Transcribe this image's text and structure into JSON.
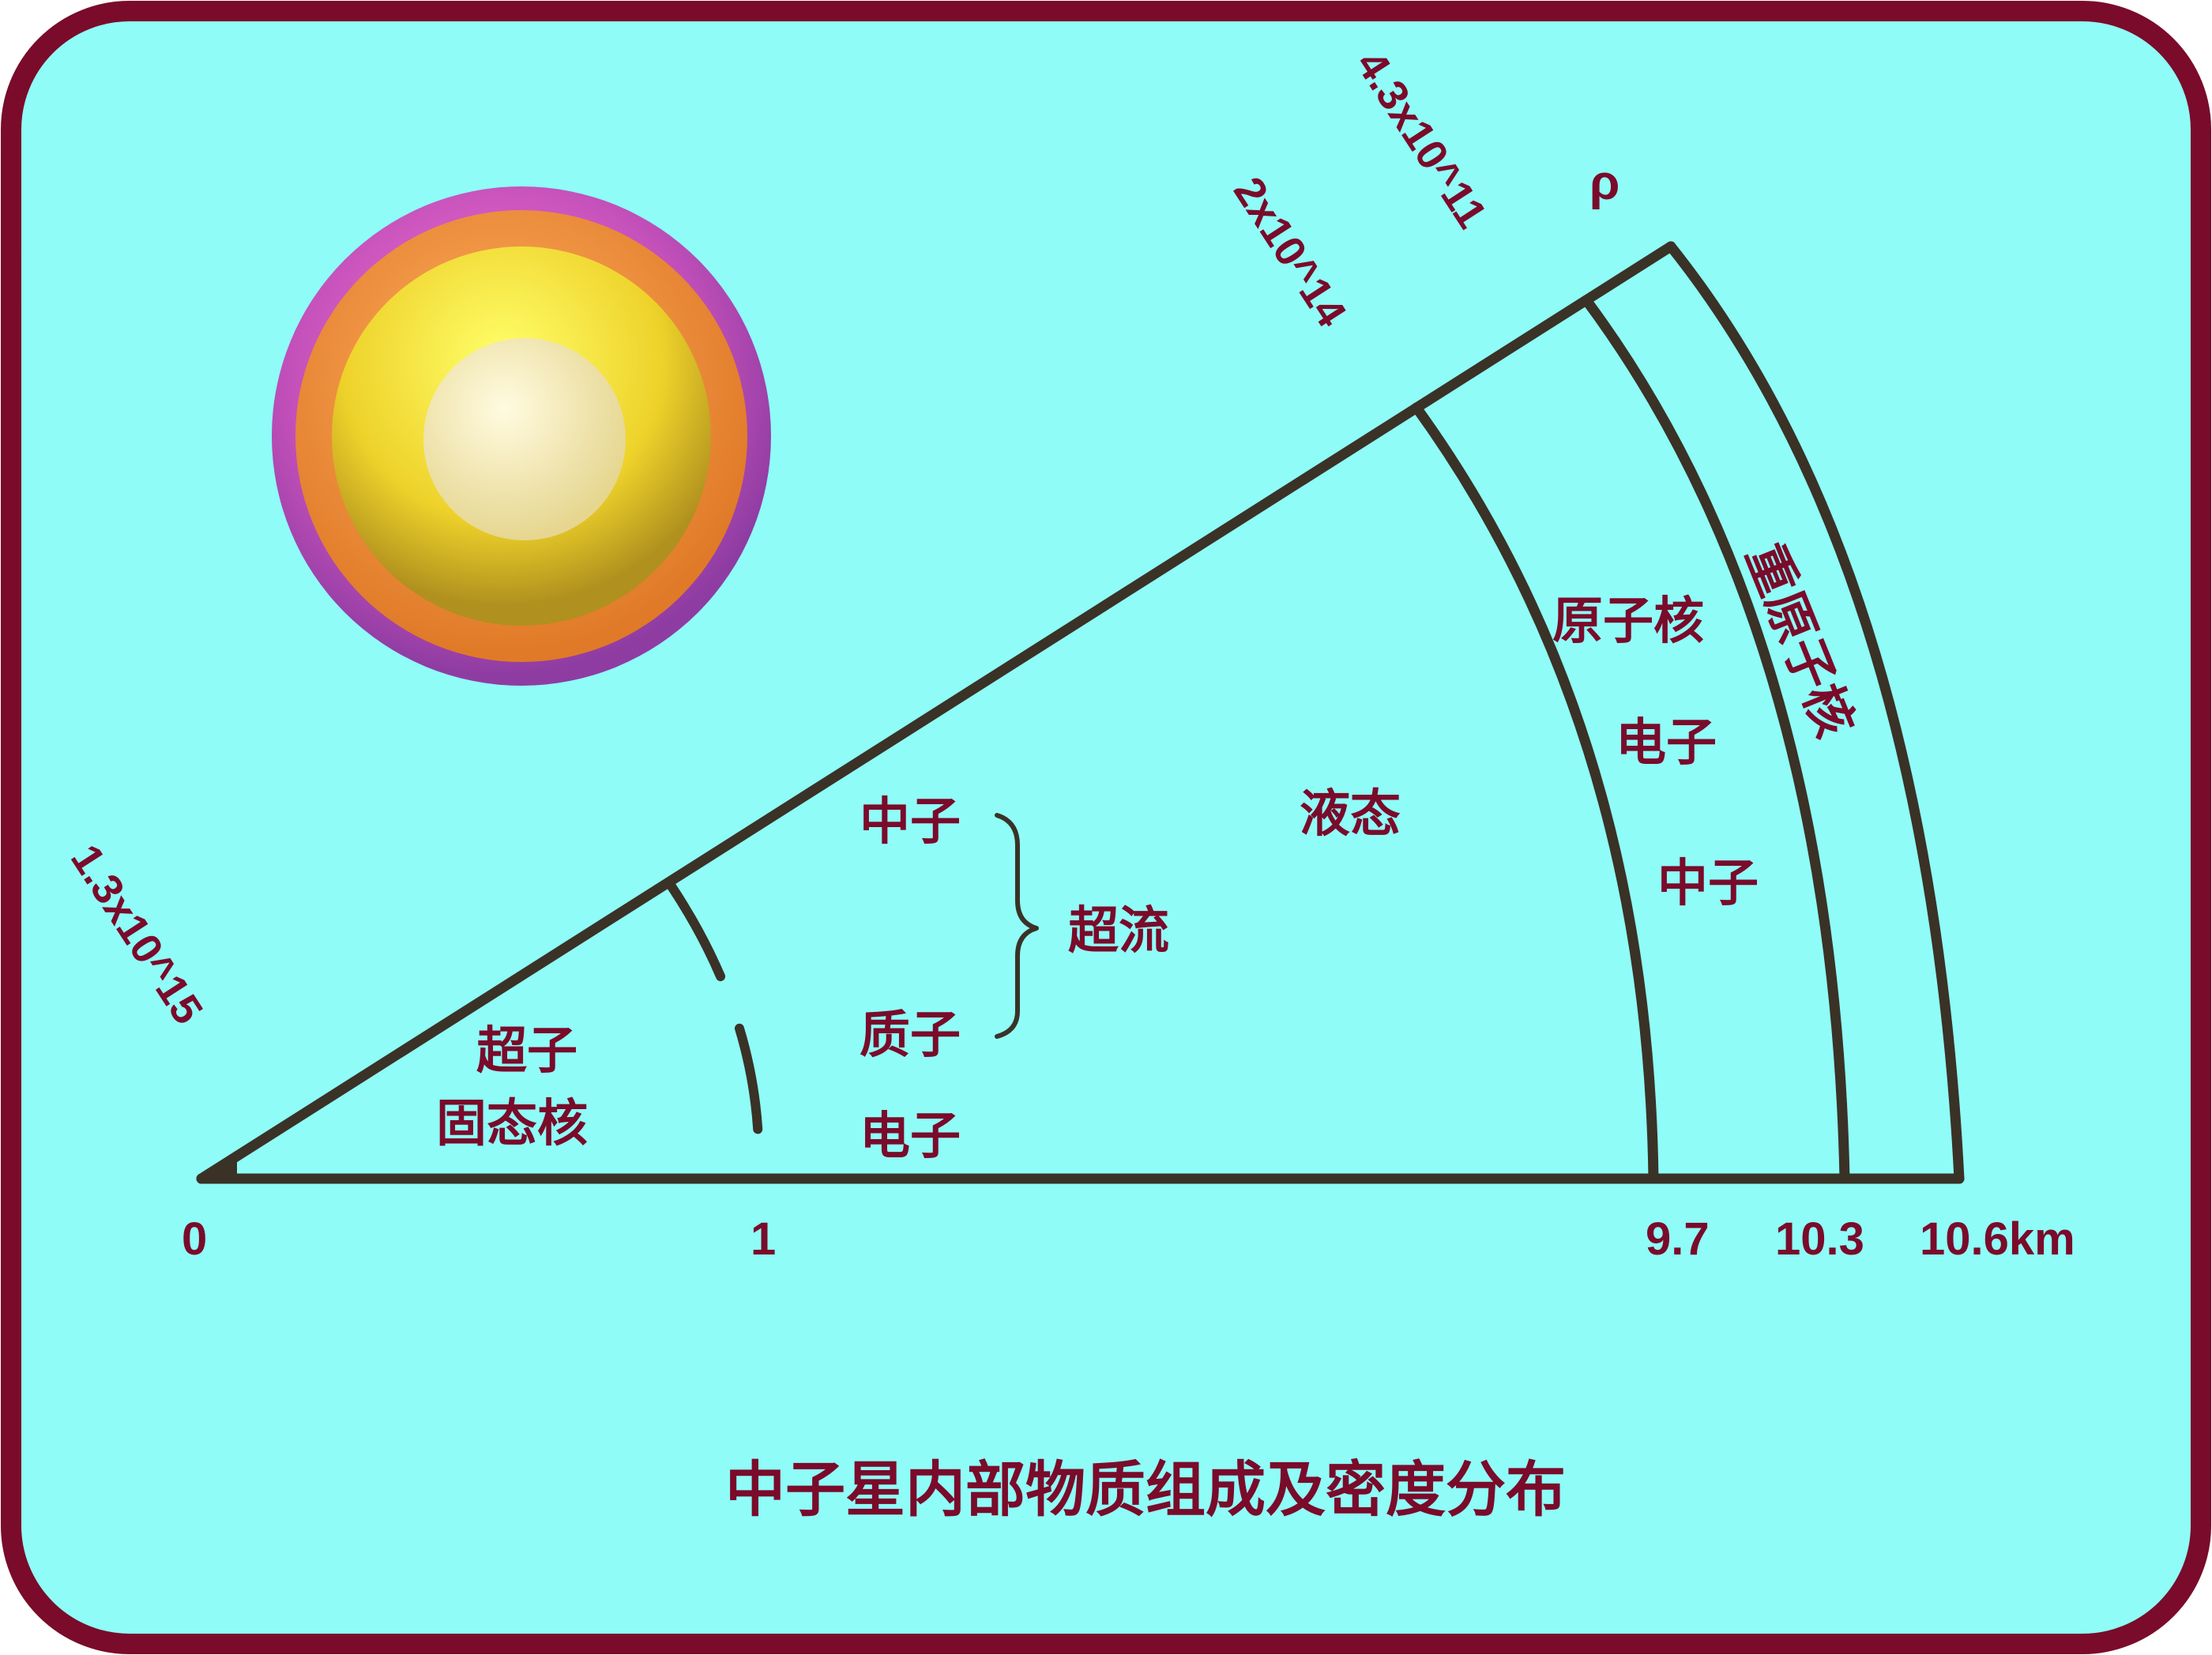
{
  "title": "中子星内部物质组成及密度分布",
  "density_symbol": "ρ",
  "density_labels": [
    "1.3x10^15",
    "2x10^14",
    "4.3x10^11"
  ],
  "radius_labels": [
    "0",
    "1",
    "9.7",
    "10.3",
    "10.6km"
  ],
  "regions": {
    "core": [
      "超子",
      "固态核"
    ],
    "superfluid": {
      "neutron": "中子",
      "proton": "质子",
      "electron": "电子",
      "label": "超流"
    },
    "liquid": "液态",
    "inner_crust": {
      "nuclei": "原子核",
      "electron": "电子",
      "neutron": "中子"
    },
    "outer_crust": "重原子核"
  },
  "colors": {
    "frame": "#7a0b2a",
    "background": "#8ffcf8",
    "text": "#7a0b2a",
    "lines": "#3a3226",
    "sphere_outer": "#b54fb8",
    "sphere_orange": "#f08a3a",
    "sphere_yellow": "#f5dc30",
    "sphere_core": "#f6f0c0"
  }
}
